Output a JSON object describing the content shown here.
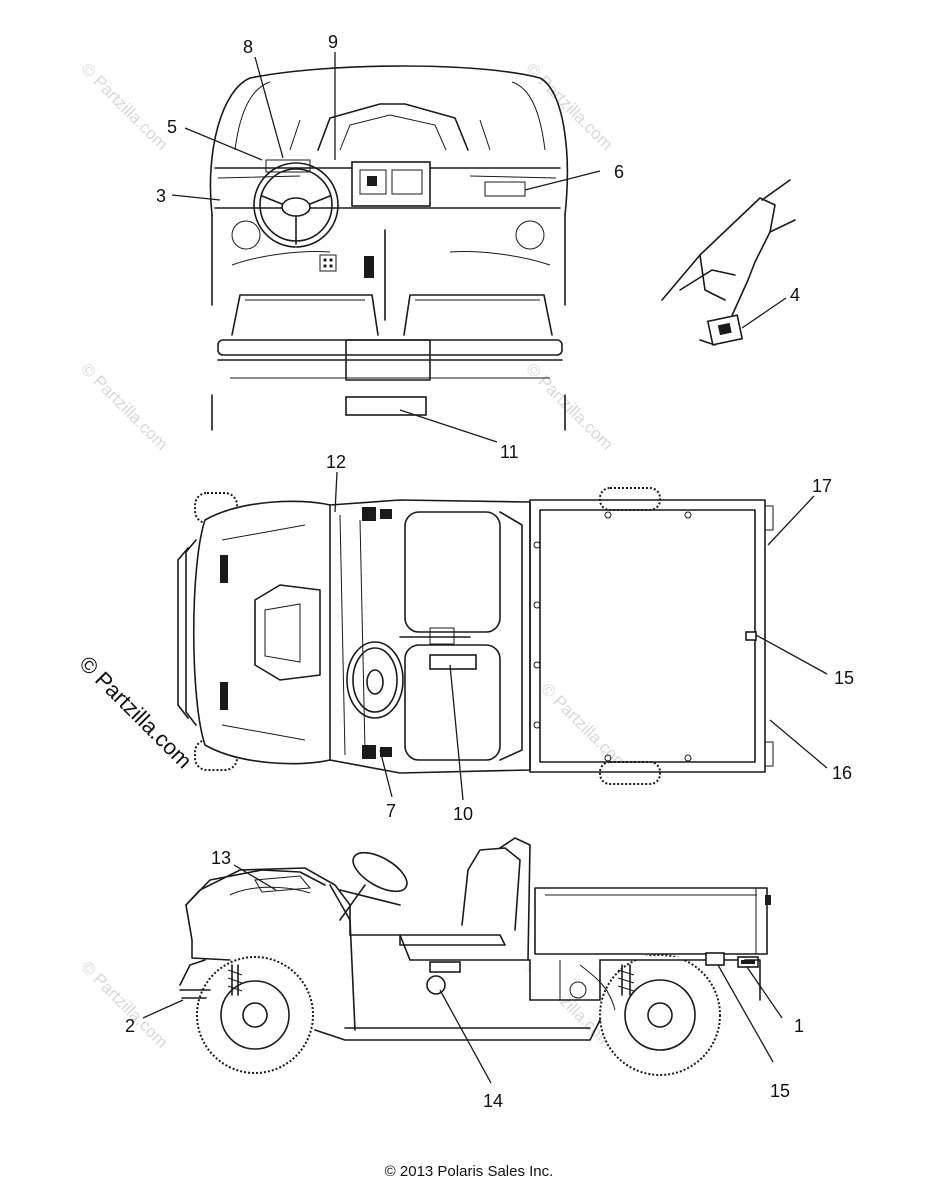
{
  "callouts": [
    "1",
    "2",
    "3",
    "4",
    "5",
    "6",
    "7",
    "8",
    "9",
    "10",
    "11",
    "12",
    "13",
    "14",
    "15",
    "15",
    "16",
    "17"
  ],
  "watermark": "© Partzilla.com",
  "copyright": "© 2013 Polaris Sales Inc."
}
